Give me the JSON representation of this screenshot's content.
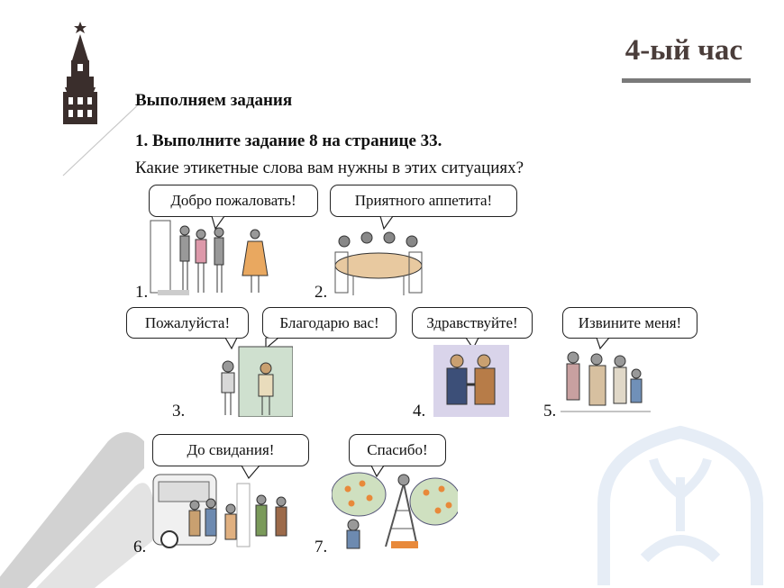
{
  "header": {
    "title": "4-ый час"
  },
  "section": {
    "heading": "Выполняем задания"
  },
  "task": {
    "instruction": "1. Выполните задание 8 на странице 33.",
    "question": "Какие этикетные слова вам нужны в этих ситуациях?"
  },
  "situations": [
    {
      "number": "1.",
      "phrases": [
        "Добро пожаловать!"
      ]
    },
    {
      "number": "2.",
      "phrases": [
        "Приятного аппетита!"
      ]
    },
    {
      "number": "3.",
      "phrases": [
        "Пожалуйста!",
        "Благодарю вас!"
      ]
    },
    {
      "number": "4.",
      "phrases": [
        "Здравствуйте!"
      ]
    },
    {
      "number": "5.",
      "phrases": [
        "Извините меня!"
      ]
    },
    {
      "number": "6.",
      "phrases": [
        "До свидания!"
      ]
    },
    {
      "number": "7.",
      "phrases": [
        "Спасибо!"
      ]
    }
  ],
  "colors": {
    "title": "#4a3d3a",
    "title_bar": "#7a7a7a",
    "stripe": "#d0d0d0",
    "watermark": "#e6edf6",
    "logo": "#3a2e2c"
  }
}
